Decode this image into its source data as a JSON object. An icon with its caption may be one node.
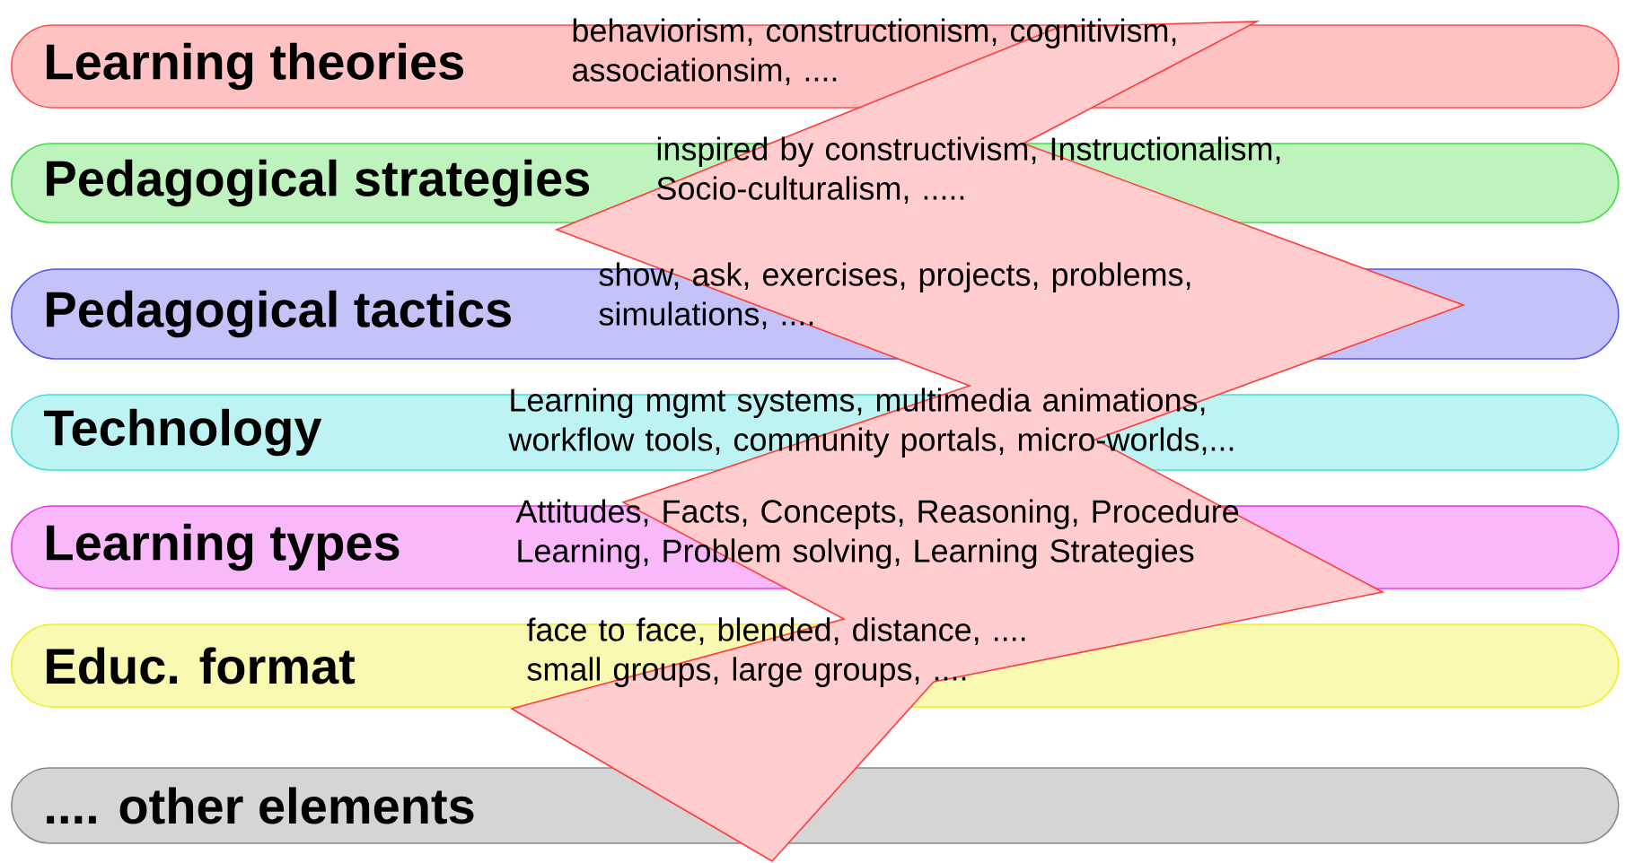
{
  "diagram": {
    "nodes": [
      {
        "text": [
          "Learning theories",
          "behaviorism, constructionism, cognitivism, associationsim, ...."
        ]
      },
      {
        "text": [
          "Pedagogical strategies",
          "inspired by constructivism, Instructionalism, Socio-culturalism, ....."
        ]
      },
      {
        "text": [
          "Pedagogical tactics",
          "show, ask, exercises, projects, problems, simulations, ...."
        ]
      },
      {
        "text": [
          "Technology",
          "Learning mgmt systems, multimedia animations, workflow tools, community portals, micro-worlds,..."
        ]
      },
      {
        "text": [
          "Learning types",
          "Attitudes, Facts, Concepts, Reasoning, Procedure Learning, Problem solving, Learning Strategies"
        ]
      },
      {
        "text": [
          "Educ. format",
          "face to face, blended, distance, .... small groups, large groups, ...."
        ]
      },
      {
        "text": [
          ".... other elements"
        ]
      }
    ]
  }
}
